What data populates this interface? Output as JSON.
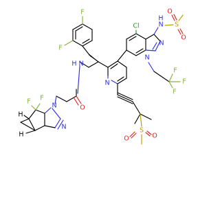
{
  "molecule": {
    "colors": {
      "nitrogen": "#2d2de6",
      "oxygen": "#e02020",
      "fluorine": "#86b23a",
      "chlorine": "#2f9a2f",
      "sulfur": "#b8a000",
      "carbon": "#000000"
    },
    "labels": {
      "cl": "Cl",
      "nh_sulfonamide": "N",
      "h_sulfonamide": "H",
      "s_sulfonamide": "S",
      "o_sulf1": "O",
      "o_sulf2": "O",
      "n_indazole2": "N",
      "n_indazole1": "N",
      "f_cf3_a": "F",
      "f_cf3_b": "F",
      "f_cf3_c": "F",
      "f_aryl1": "F",
      "f_aryl2": "F",
      "n_amide": "N",
      "h_amide": "H",
      "o_amide": "O",
      "n_pyridine": "N",
      "f_gem1": "F",
      "f_gem2": "F",
      "n_pyrazole1": "N",
      "n_pyrazole2": "N",
      "h_stereo1": "H",
      "h_stereo2": "H",
      "s_sulfone": "S",
      "o_sulfone1": "O",
      "o_sulfone2": "O"
    }
  }
}
